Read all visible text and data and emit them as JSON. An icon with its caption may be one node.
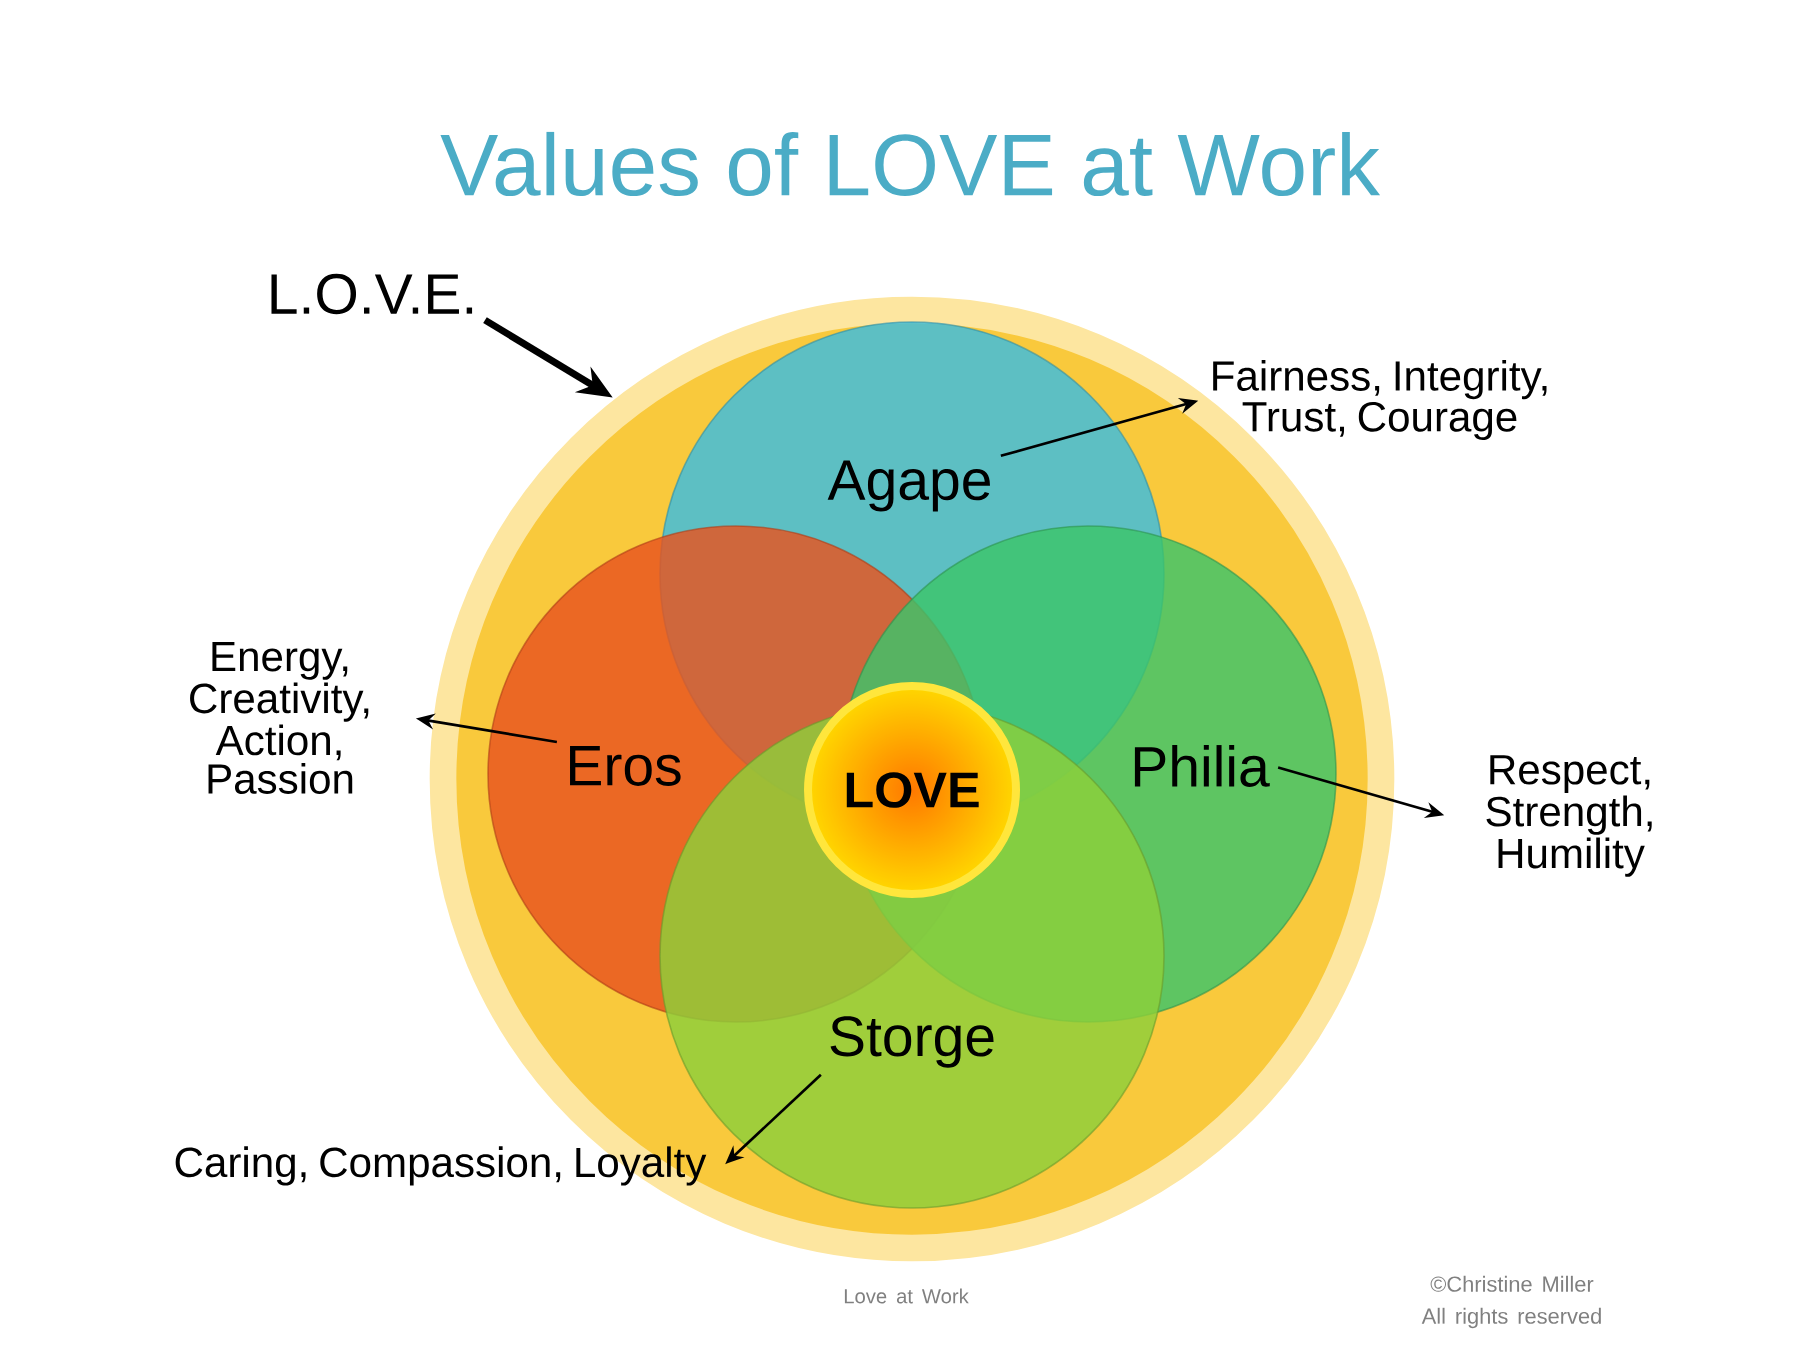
{
  "diagram": {
    "title": "Values of LOVE at Work",
    "nodes": [
      {
        "text": [],
        "shape": "circle"
      },
      {
        "text": [
          "L.O.V.E."
        ]
      },
      {
        "text": [
          "Agape"
        ],
        "in": 0
      },
      {
        "text": [
          "Eros"
        ],
        "in": 0
      },
      {
        "text": [
          "Philia"
        ],
        "in": 0
      },
      {
        "text": [
          "Storge"
        ],
        "in": 0
      },
      {
        "text": [
          "LOVE"
        ],
        "in": 0
      },
      {
        "text": [
          "Fairness, Integrity, Trust, Courage"
        ]
      },
      {
        "text": [
          "Energy, Creativity, Action, Passion"
        ]
      },
      {
        "text": [
          "Respect, Strength, Humility"
        ]
      },
      {
        "text": [
          "Caring, Compassion, Loyalty"
        ]
      }
    ],
    "edges": [
      {
        "from": 1,
        "to": 0,
        "arrow": "to",
        "style": "thick"
      },
      {
        "from": 2,
        "to": 7,
        "arrow": "to"
      },
      {
        "from": 3,
        "to": 8,
        "arrow": "to"
      },
      {
        "from": 4,
        "to": 9,
        "arrow": "to"
      },
      {
        "from": 5,
        "to": 10,
        "arrow": "to"
      }
    ],
    "labels": [
      "Love at Work",
      "©Christine Miller All rights reserved"
    ]
  }
}
